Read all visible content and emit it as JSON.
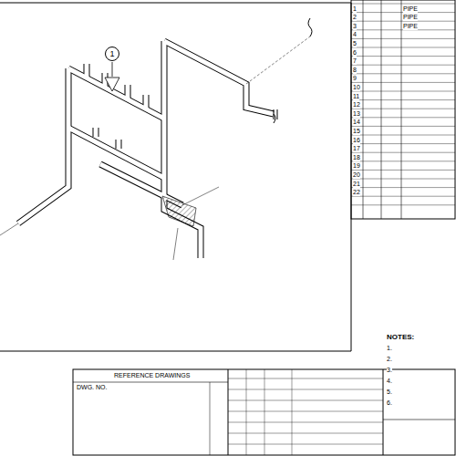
{
  "diagram": {
    "nodes": [
      {
        "text": [
          "1"
        ]
      }
    ],
    "labels": [
      "NOTES:",
      "REFERENCE DRAWINGS",
      "DWG. NO.",
      "1",
      "2",
      "3",
      "4",
      "5",
      "6",
      "7",
      "8",
      "9",
      "10",
      "11",
      "12",
      "13",
      "14",
      "15",
      "16",
      "17",
      "18",
      "19",
      "20",
      "21",
      "22",
      "PIPE",
      "PIPE",
      "PIPE",
      "1.",
      "2.",
      "3.",
      "4.",
      "5.",
      "6."
    ]
  }
}
